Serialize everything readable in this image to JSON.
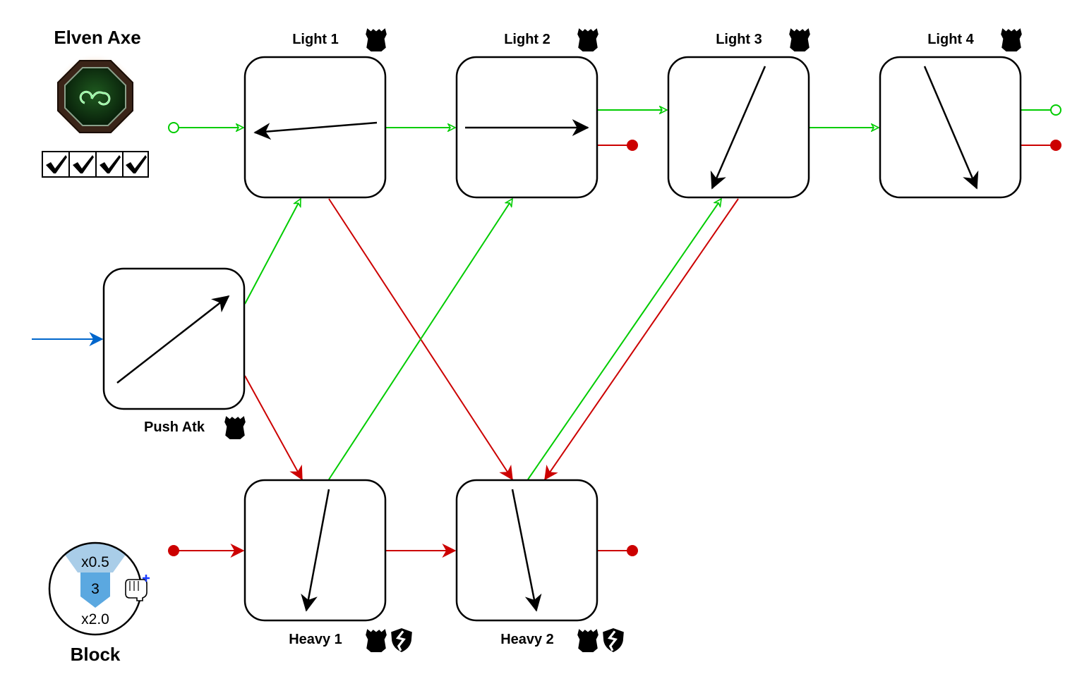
{
  "weapon": {
    "name": "Elven Axe",
    "icon": "green-swirl-rune-icon",
    "checks": [
      true,
      true,
      true,
      true
    ]
  },
  "colors": {
    "light_chain": "#00CC00",
    "heavy_chain": "#CC0000",
    "entry": "#0066CC",
    "block_top": "#A9CDE8",
    "block_mid": "#5BA8E0"
  },
  "nodes": [
    {
      "id": "light1",
      "label": "Light 1",
      "icons": [
        "armor-icon"
      ],
      "direction": "left"
    },
    {
      "id": "light2",
      "label": "Light 2",
      "icons": [
        "armor-icon"
      ],
      "direction": "right"
    },
    {
      "id": "light3",
      "label": "Light 3",
      "icons": [
        "armor-icon"
      ],
      "direction": "down-left"
    },
    {
      "id": "light4",
      "label": "Light 4",
      "icons": [
        "armor-icon"
      ],
      "direction": "down-right"
    },
    {
      "id": "push",
      "label": "Push Atk",
      "icons": [
        "armor-icon"
      ],
      "direction": "up-right"
    },
    {
      "id": "heavy1",
      "label": "Heavy 1",
      "icons": [
        "armor-icon",
        "broken-shield-icon"
      ],
      "direction": "down"
    },
    {
      "id": "heavy2",
      "label": "Heavy 2",
      "icons": [
        "armor-icon",
        "broken-shield-icon"
      ],
      "direction": "down"
    }
  ],
  "edges": [
    {
      "from": "start-light",
      "to": "light1",
      "type": "light"
    },
    {
      "from": "light1",
      "to": "light2",
      "type": "light"
    },
    {
      "from": "light2",
      "to": "light3",
      "type": "light"
    },
    {
      "from": "light3",
      "to": "light4",
      "type": "light"
    },
    {
      "from": "light4",
      "to": "end-light",
      "type": "light"
    },
    {
      "from": "light2",
      "to": "end-heavy",
      "type": "heavy"
    },
    {
      "from": "light4",
      "to": "end-heavy",
      "type": "heavy"
    },
    {
      "from": "entry",
      "to": "push",
      "type": "entry"
    },
    {
      "from": "push",
      "to": "light1",
      "type": "light"
    },
    {
      "from": "push",
      "to": "heavy1",
      "type": "heavy"
    },
    {
      "from": "light1",
      "to": "heavy2",
      "type": "heavy"
    },
    {
      "from": "heavy1",
      "to": "light2",
      "type": "light"
    },
    {
      "from": "heavy2",
      "to": "light3",
      "type": "light"
    },
    {
      "from": "light3",
      "to": "heavy2",
      "type": "heavy"
    },
    {
      "from": "start-heavy",
      "to": "heavy1",
      "type": "heavy"
    },
    {
      "from": "heavy1",
      "to": "heavy2",
      "type": "heavy"
    },
    {
      "from": "heavy2",
      "to": "end-heavy",
      "type": "heavy"
    }
  ],
  "block": {
    "label": "Block",
    "top_multiplier": "x0.5",
    "value": "3",
    "bottom_multiplier": "x2.0",
    "icon": "fist-plus-icon"
  }
}
